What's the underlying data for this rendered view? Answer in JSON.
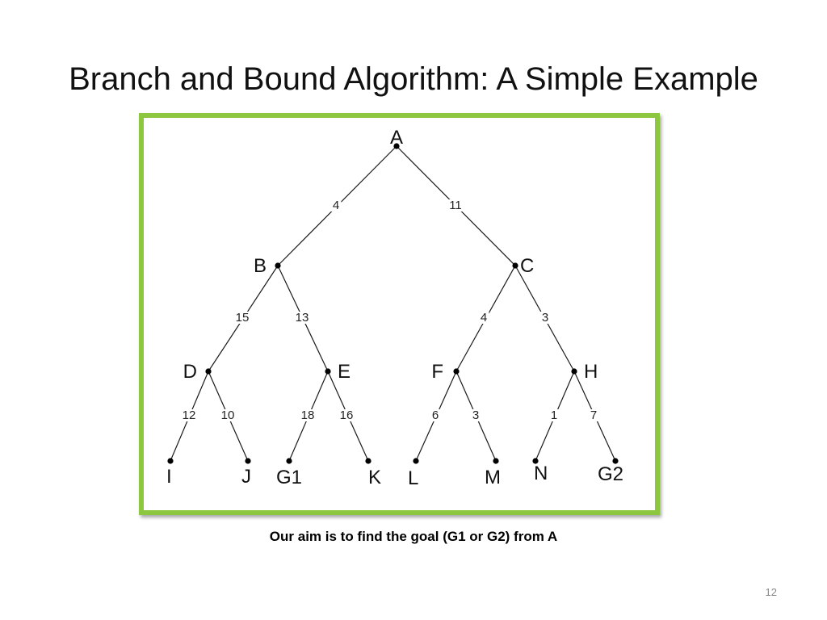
{
  "slide": {
    "title": "Branch and Bound Algorithm: A Simple Example",
    "caption": "Our aim is to find the goal (G1 or G2) from A",
    "page_number": "12"
  },
  "colors": {
    "frame_border": "#8dc63f",
    "text": "#111111"
  },
  "tree": {
    "nodes": [
      {
        "id": "A",
        "label": "A"
      },
      {
        "id": "B",
        "label": "B"
      },
      {
        "id": "C",
        "label": "C"
      },
      {
        "id": "D",
        "label": "D"
      },
      {
        "id": "E",
        "label": "E"
      },
      {
        "id": "F",
        "label": "F"
      },
      {
        "id": "H",
        "label": "H"
      },
      {
        "id": "I",
        "label": "I"
      },
      {
        "id": "J",
        "label": "J"
      },
      {
        "id": "G1",
        "label": "G1"
      },
      {
        "id": "K",
        "label": "K"
      },
      {
        "id": "L",
        "label": "L"
      },
      {
        "id": "M",
        "label": "M"
      },
      {
        "id": "N",
        "label": "N"
      },
      {
        "id": "G2",
        "label": "G2"
      }
    ],
    "edges": [
      {
        "from": "A",
        "to": "B",
        "weight": "4"
      },
      {
        "from": "A",
        "to": "C",
        "weight": "11"
      },
      {
        "from": "B",
        "to": "D",
        "weight": "15"
      },
      {
        "from": "B",
        "to": "E",
        "weight": "13"
      },
      {
        "from": "C",
        "to": "F",
        "weight": "4"
      },
      {
        "from": "C",
        "to": "H",
        "weight": "3"
      },
      {
        "from": "D",
        "to": "I",
        "weight": "12"
      },
      {
        "from": "D",
        "to": "J",
        "weight": "10"
      },
      {
        "from": "E",
        "to": "G1",
        "weight": "18"
      },
      {
        "from": "E",
        "to": "K",
        "weight": "16"
      },
      {
        "from": "F",
        "to": "L",
        "weight": "6"
      },
      {
        "from": "F",
        "to": "M",
        "weight": "3"
      },
      {
        "from": "H",
        "to": "N",
        "weight": "1"
      },
      {
        "from": "H",
        "to": "G2",
        "weight": "7"
      }
    ]
  }
}
